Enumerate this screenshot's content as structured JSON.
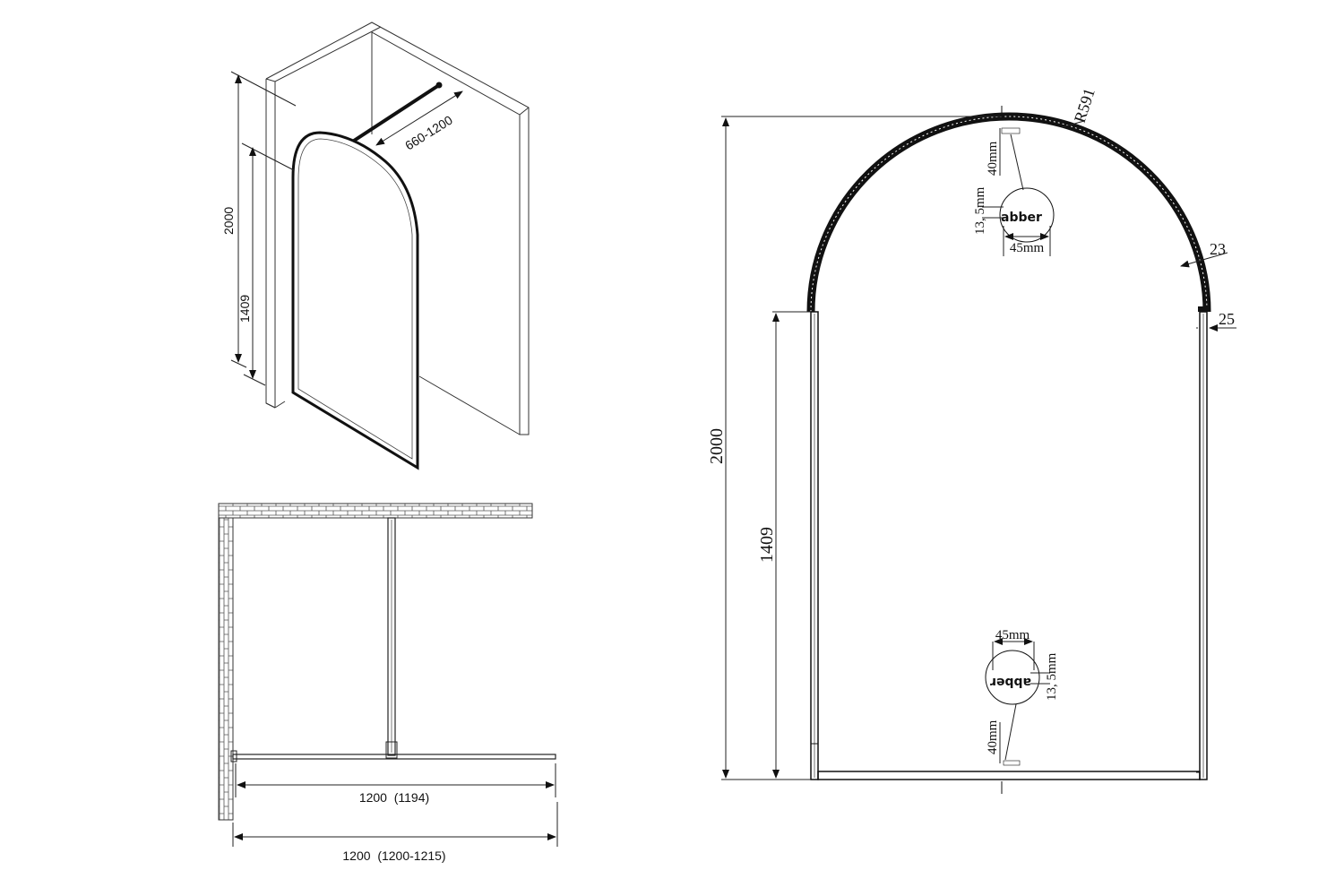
{
  "isometric": {
    "height_total": "2000",
    "height_side": "1409",
    "bar_length": "660-1200"
  },
  "plan": {
    "panel_width": "1200  (1194)",
    "total_width": "1200  (1200-1215)"
  },
  "front": {
    "height_total": "2000",
    "height_side": "1409",
    "radius": "R591",
    "arch_frame": "23",
    "side_frame": "25",
    "top_logo": {
      "height": "40mm",
      "thickness": "13, 5mm",
      "width": "45mm",
      "brand": "abber"
    },
    "bottom_logo": {
      "height": "40mm",
      "thickness": "13, 5mm",
      "width": "45mm",
      "brand": "abber"
    }
  },
  "colors": {
    "line": "#111111",
    "wall": "#333333",
    "background": "#ffffff"
  }
}
